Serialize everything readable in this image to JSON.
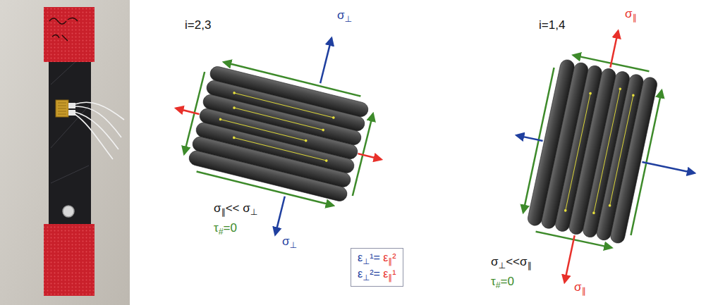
{
  "diagram": {
    "nodes": [
      {
        "text": [
          "ε⊥¹= ε∥²",
          "ε⊥²= ε∥¹"
        ]
      }
    ],
    "labels": [
      "i=2,3",
      "σ⊥",
      "σ∥<< σ⊥",
      "τ#=0",
      "σ⊥",
      "i=1,4",
      "σ∥",
      "σ⊥<<σ∥",
      "τ#=0",
      "σ∥"
    ]
  }
}
